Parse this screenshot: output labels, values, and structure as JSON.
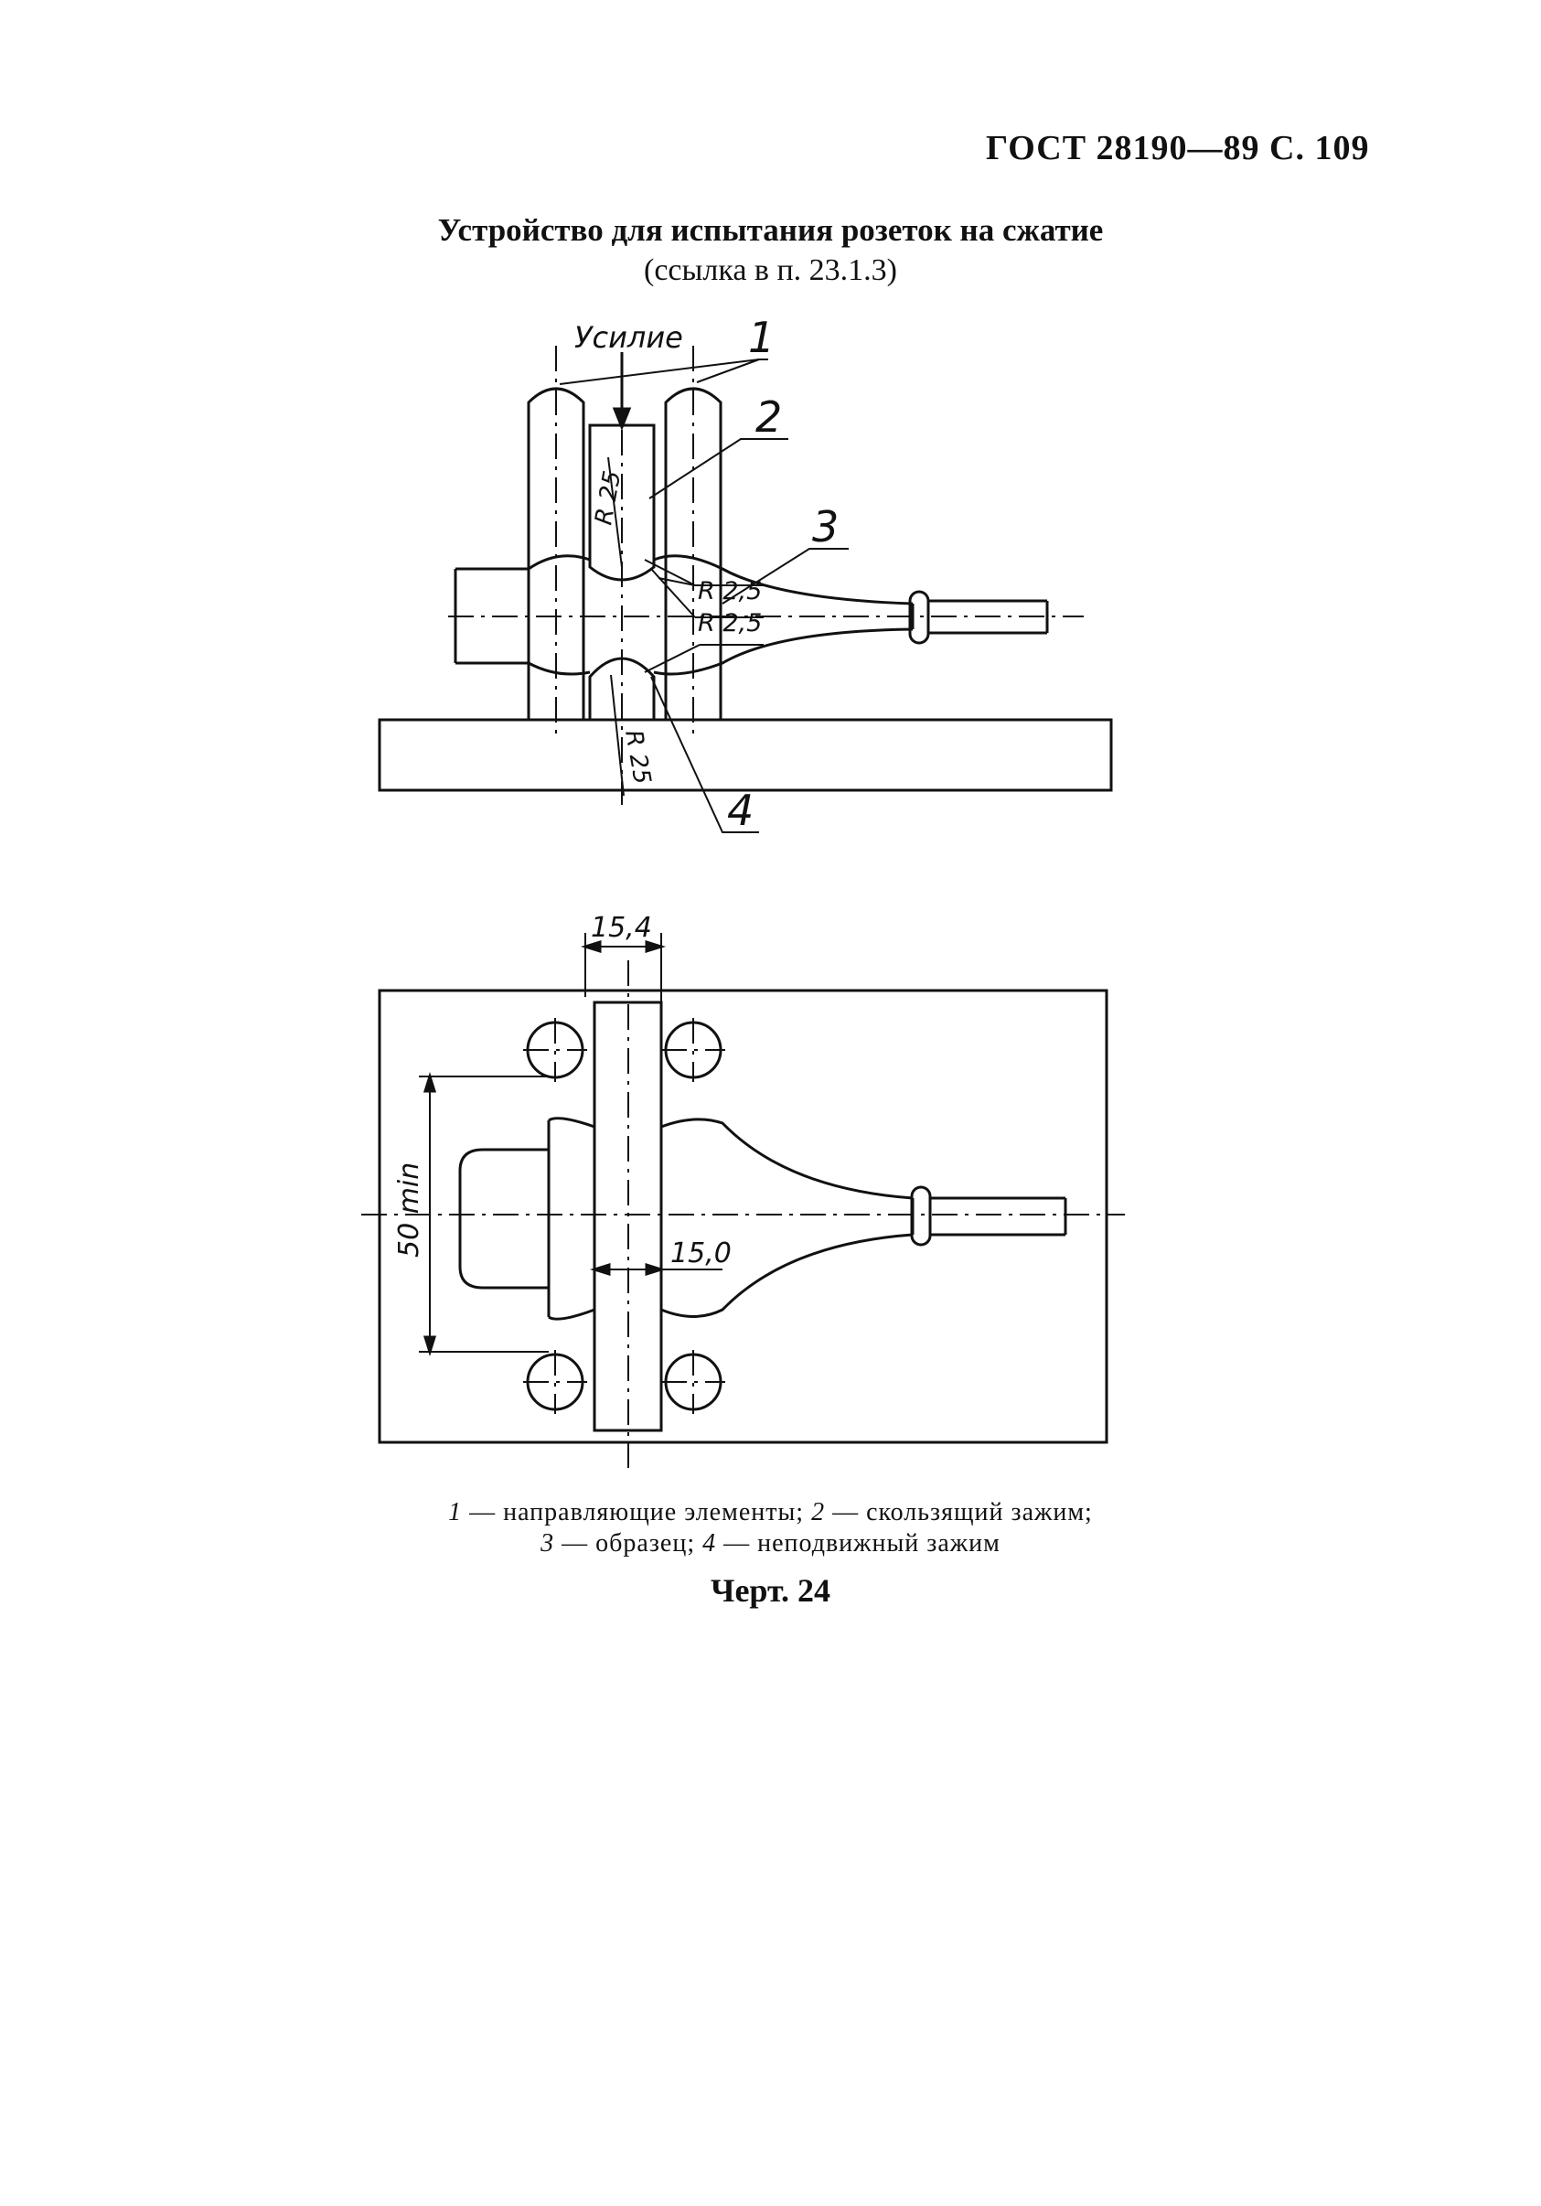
{
  "header": {
    "standard": "ГОСТ 28190—89 С. 109"
  },
  "title": {
    "line1": "Устройство для испытания розеток на сжатие",
    "line2": "(ссылка в п. 23.1.3)"
  },
  "drawing": {
    "force_label": "Усилие",
    "callouts": [
      "1",
      "2",
      "3",
      "4"
    ],
    "dims": {
      "r25_top": "R 25",
      "r2_5_top": "R 2,5",
      "r2_5_bottom": "R 2,5",
      "r25_bottom": "R 25",
      "width_top": "15,4",
      "width_mid": "15,0",
      "min_height": "50 min"
    }
  },
  "legend": {
    "items": [
      {
        "num": "1",
        "text": "направляющие элементы;"
      },
      {
        "num": "2",
        "text": "скользящий зажим;"
      },
      {
        "num": "3",
        "text": "образец;"
      },
      {
        "num": "4",
        "text": "неподвижный зажим"
      }
    ],
    "dash": "—"
  },
  "figure_label": "Черт. 24"
}
